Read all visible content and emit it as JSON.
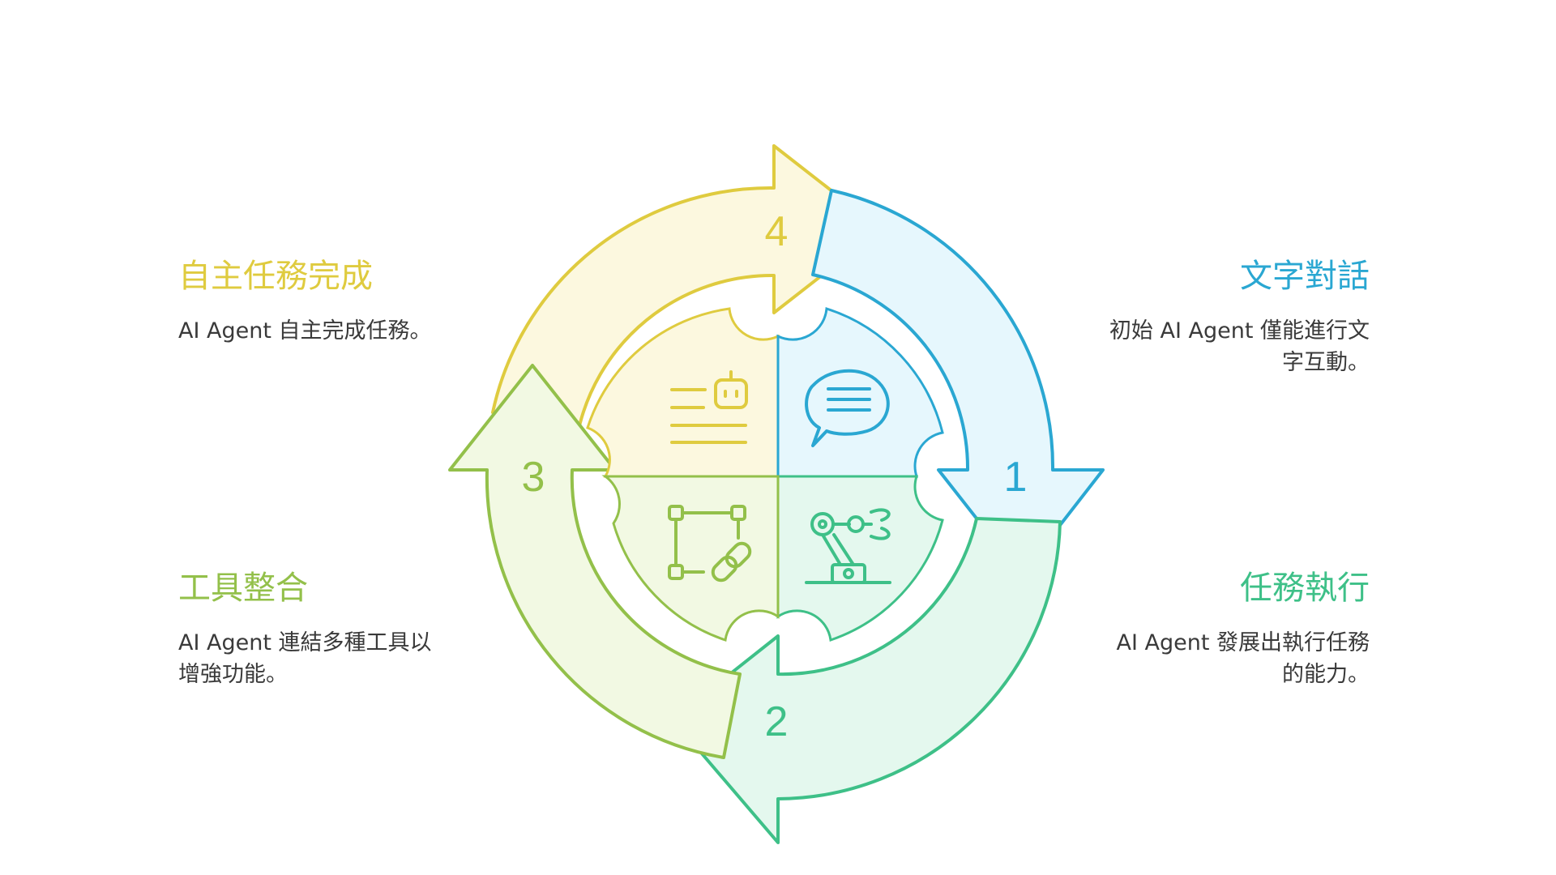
{
  "colors": {
    "step1": "#2aa7d2",
    "step1_fill": "#e6f7fd",
    "step2": "#3ec088",
    "step2_fill": "#e4f8ee",
    "step3": "#93c04a",
    "step3_fill": "#f2f9e3",
    "step4": "#dfcb3f",
    "step4_fill": "#fcf8df"
  },
  "steps": [
    {
      "number": "1",
      "title": "文字對話",
      "description": "初始 AI Agent 僅能進行文字互動。",
      "icon": "chat-bubble-icon"
    },
    {
      "number": "2",
      "title": "任務執行",
      "description": "AI Agent 發展出執行任務的能力。",
      "icon": "robotic-arm-icon"
    },
    {
      "number": "3",
      "title": "工具整合",
      "description": "AI Agent 連結多種工具以增強功能。",
      "icon": "connected-nodes-icon"
    },
    {
      "number": "4",
      "title": "自主任務完成",
      "description": "AI Agent 自主完成任務。",
      "icon": "robot-document-icon"
    }
  ]
}
